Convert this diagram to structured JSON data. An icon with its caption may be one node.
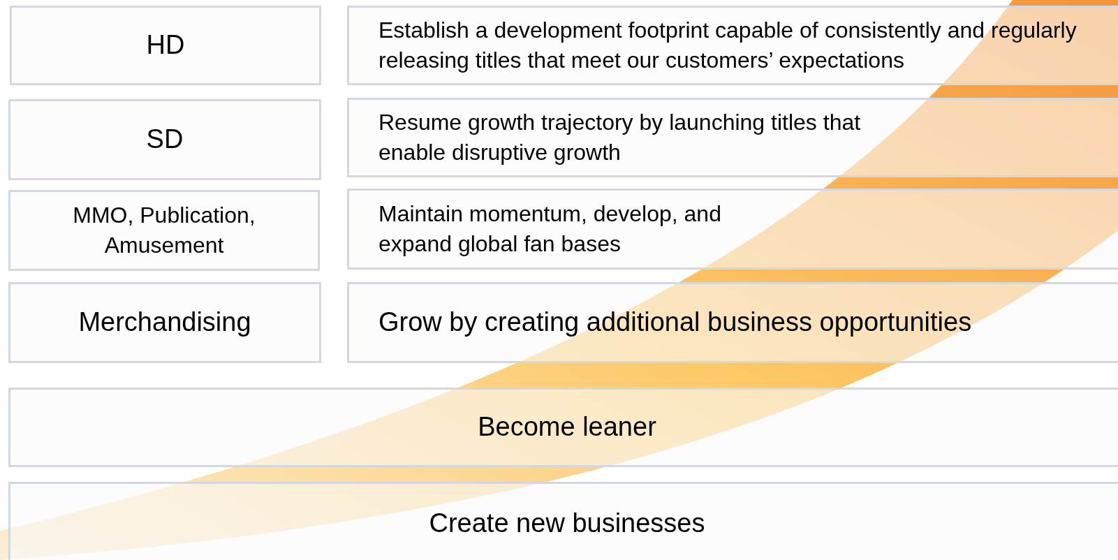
{
  "diagram": {
    "nodes": [
      {
        "text": [
          "HD"
        ]
      },
      {
        "text": [
          "Establish a development footprint capable of consistently and regularly releasing titles that meet our customers’ expectations"
        ]
      },
      {
        "text": [
          "SD"
        ]
      },
      {
        "text": [
          "Resume growth trajectory by launching titles that enable disruptive growth"
        ]
      },
      {
        "text": [
          "MMO, Publication, Amusement"
        ]
      },
      {
        "text": [
          "Maintain momentum, develop, and expand global fan bases"
        ]
      },
      {
        "text": [
          "Merchandising"
        ]
      },
      {
        "text": [
          "Grow by creating additional business opportunities"
        ]
      },
      {
        "text": [
          "Become leaner"
        ]
      },
      {
        "text": [
          "Create new businesses"
        ]
      }
    ]
  }
}
